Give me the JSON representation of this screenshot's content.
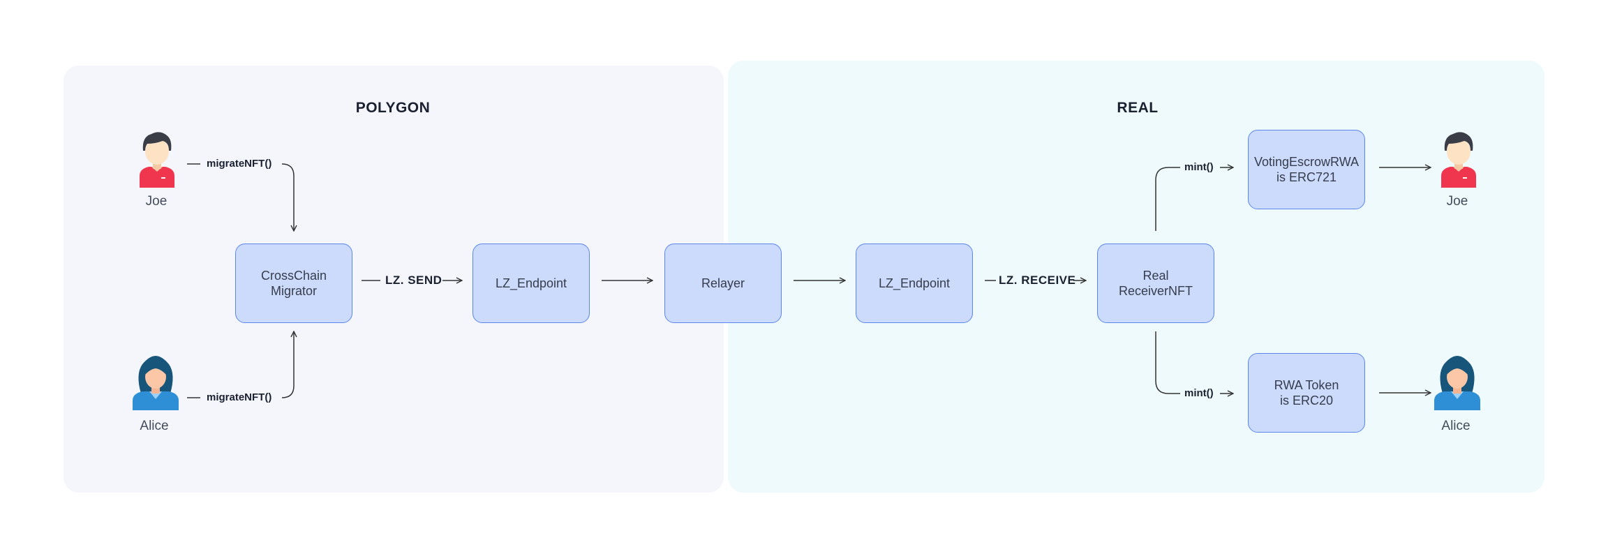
{
  "panels": {
    "polygon": {
      "title": "POLYGON"
    },
    "real": {
      "title": "REAL"
    }
  },
  "users": {
    "joe_src": {
      "name": "Joe"
    },
    "alice_src": {
      "name": "Alice"
    },
    "joe_dst": {
      "name": "Joe"
    },
    "alice_dst": {
      "name": "Alice"
    }
  },
  "nodes": {
    "crosschain_migrator": "CrossChain\nMigrator",
    "lz_endpoint_src": "LZ_Endpoint",
    "relayer": "Relayer",
    "lz_endpoint_dst": "LZ_Endpoint",
    "real_receiver_nft": "Real\nReceiverNFT",
    "voting_escrow_rwa": "VotingEscrowRWA\nis ERC721",
    "rwa_token": "RWA Token\nis ERC20"
  },
  "edges": {
    "joe_call": "migrateNFT()",
    "alice_call": "migrateNFT()",
    "lz_send": "LZ. SEND",
    "lz_receive": "LZ. RECEIVE",
    "mint_nft": "mint()",
    "mint_token": "mint()"
  },
  "colors": {
    "polygon_bg": "#f4f6fc",
    "real_bg": "#eefafb",
    "box_fill": "#ccdafc",
    "box_border": "#5a86ec",
    "line": "#333333"
  },
  "icons": {
    "male_user": "male-user-icon",
    "female_user": "female-user-icon"
  }
}
